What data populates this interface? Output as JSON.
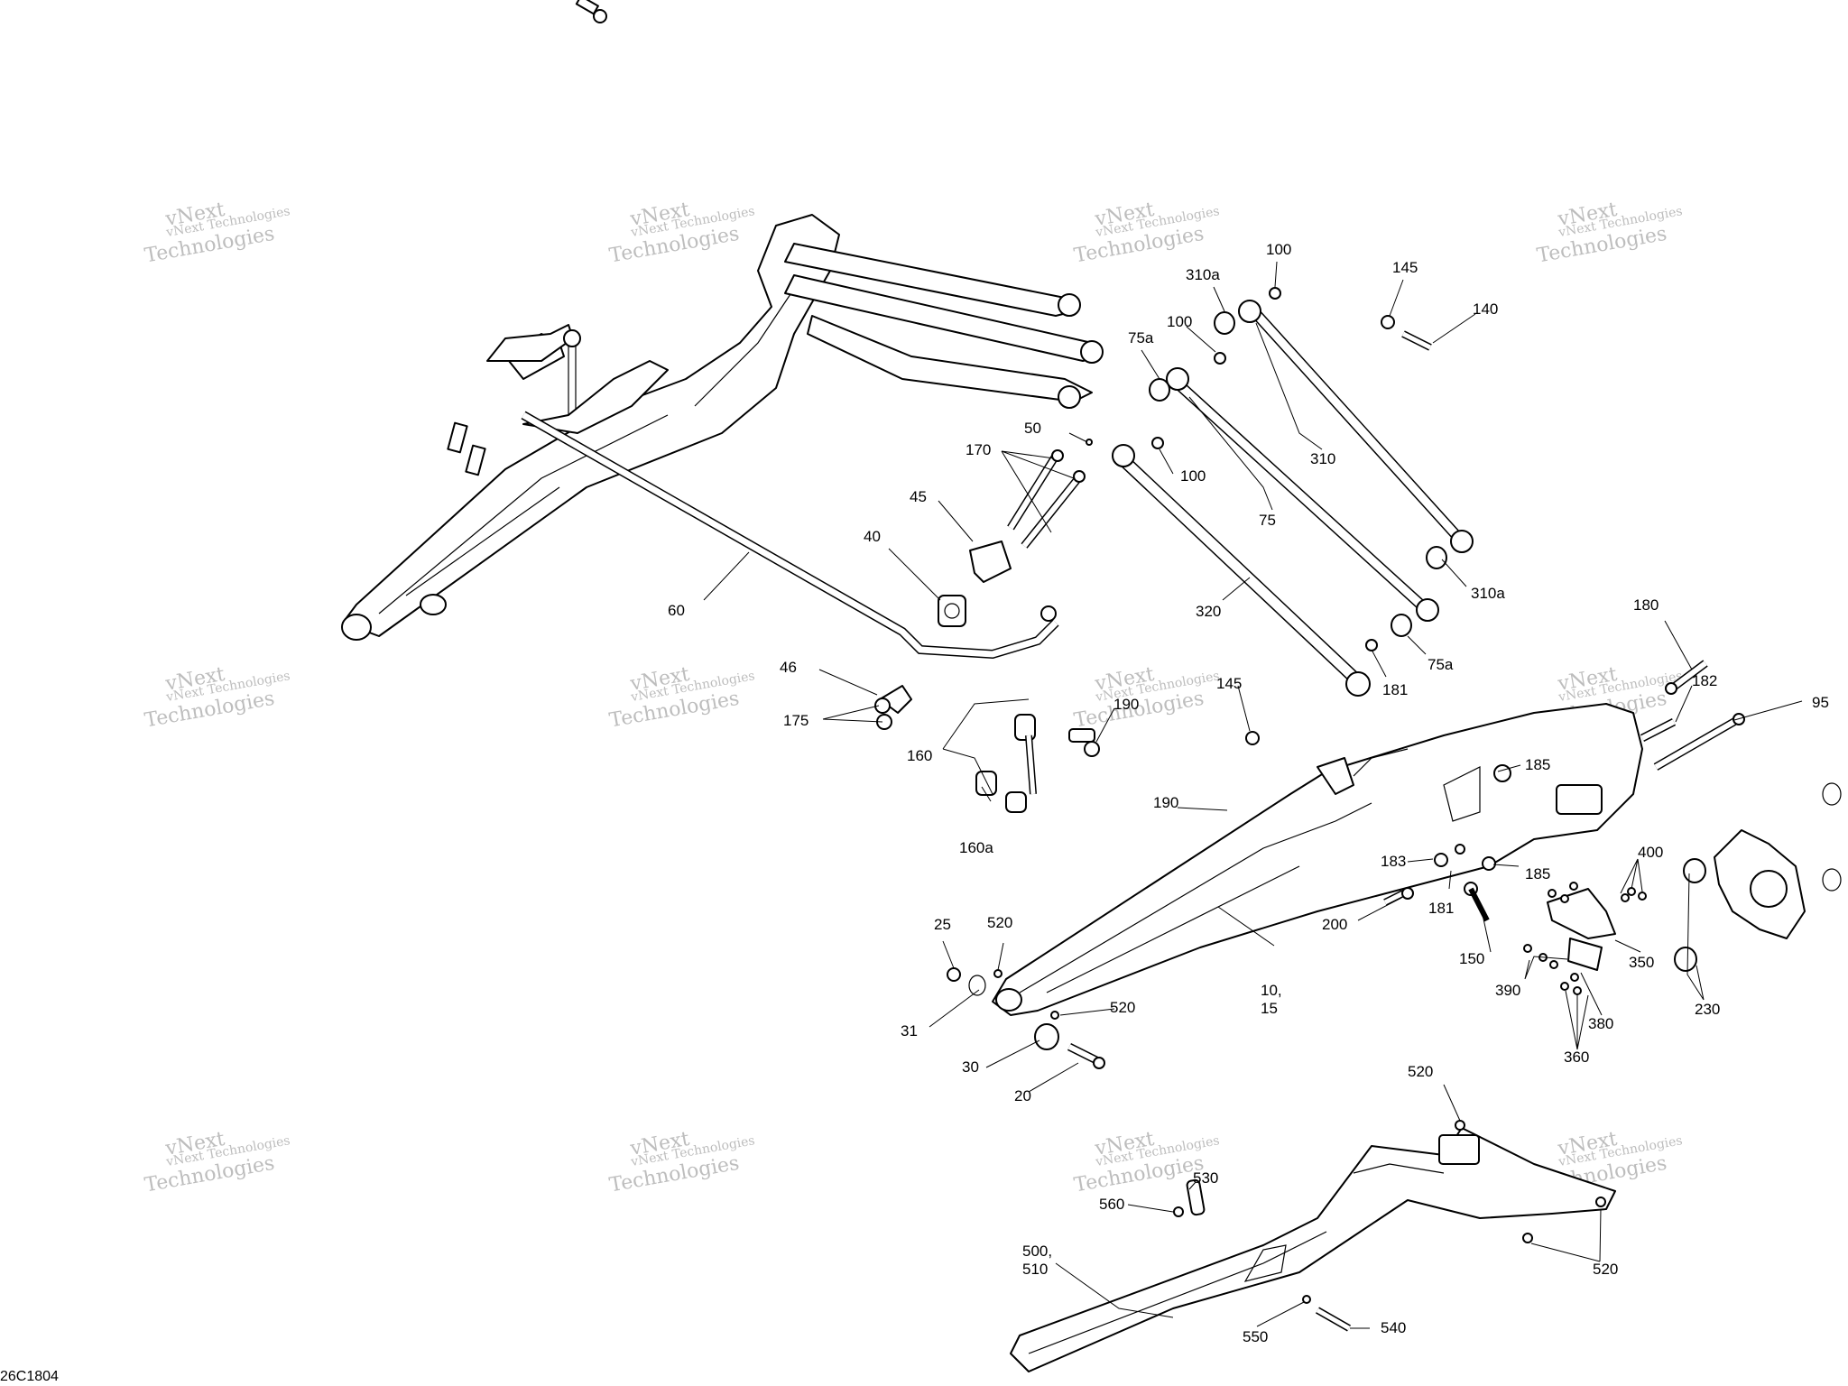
{
  "diagram_code": "26C1804",
  "watermark": {
    "line1": "vNext Technologies",
    "line2": "Technologies",
    "over": "vNext"
  },
  "callouts": [
    {
      "id": "l100a",
      "text": "100"
    },
    {
      "id": "l310a_top",
      "text": "310a"
    },
    {
      "id": "l145_top",
      "text": "145"
    },
    {
      "id": "l140",
      "text": "140"
    },
    {
      "id": "l100b",
      "text": "100"
    },
    {
      "id": "l75a_top",
      "text": "75a"
    },
    {
      "id": "l50",
      "text": "50"
    },
    {
      "id": "l170",
      "text": "170"
    },
    {
      "id": "l100c",
      "text": "100"
    },
    {
      "id": "l310",
      "text": "310"
    },
    {
      "id": "l45",
      "text": "45"
    },
    {
      "id": "l75",
      "text": "75"
    },
    {
      "id": "l40",
      "text": "40"
    },
    {
      "id": "l60",
      "text": "60"
    },
    {
      "id": "l320",
      "text": "320"
    },
    {
      "id": "l310a_bot",
      "text": "310a"
    },
    {
      "id": "l75a_bot",
      "text": "75a"
    },
    {
      "id": "l180",
      "text": "180"
    },
    {
      "id": "l181_top",
      "text": "181"
    },
    {
      "id": "l182",
      "text": "182"
    },
    {
      "id": "l95",
      "text": "95"
    },
    {
      "id": "l46",
      "text": "46"
    },
    {
      "id": "l145_mid",
      "text": "145"
    },
    {
      "id": "l190_top",
      "text": "190"
    },
    {
      "id": "l175",
      "text": "175"
    },
    {
      "id": "l160",
      "text": "160"
    },
    {
      "id": "l185_top",
      "text": "185"
    },
    {
      "id": "l190_mid",
      "text": "190"
    },
    {
      "id": "l160a",
      "text": "160a"
    },
    {
      "id": "l183",
      "text": "183"
    },
    {
      "id": "l185_mid",
      "text": "185"
    },
    {
      "id": "l400",
      "text": "400"
    },
    {
      "id": "l181_mid",
      "text": "181"
    },
    {
      "id": "l25",
      "text": "25"
    },
    {
      "id": "l520_a",
      "text": "520"
    },
    {
      "id": "l200",
      "text": "200"
    },
    {
      "id": "l150",
      "text": "150"
    },
    {
      "id": "l350",
      "text": "350"
    },
    {
      "id": "l390",
      "text": "390"
    },
    {
      "id": "l10",
      "text": "10,"
    },
    {
      "id": "l15",
      "text": "15"
    },
    {
      "id": "l230",
      "text": "230"
    },
    {
      "id": "l380",
      "text": "380"
    },
    {
      "id": "l31",
      "text": "31"
    },
    {
      "id": "l520_b",
      "text": "520"
    },
    {
      "id": "l30",
      "text": "30"
    },
    {
      "id": "l360",
      "text": "360"
    },
    {
      "id": "l20",
      "text": "20"
    },
    {
      "id": "l520_c",
      "text": "520"
    },
    {
      "id": "l530",
      "text": "530"
    },
    {
      "id": "l560",
      "text": "560"
    },
    {
      "id": "l500",
      "text": "500,"
    },
    {
      "id": "l510",
      "text": "510"
    },
    {
      "id": "l520_d",
      "text": "520"
    },
    {
      "id": "l550",
      "text": "550"
    },
    {
      "id": "l540",
      "text": "540"
    }
  ]
}
